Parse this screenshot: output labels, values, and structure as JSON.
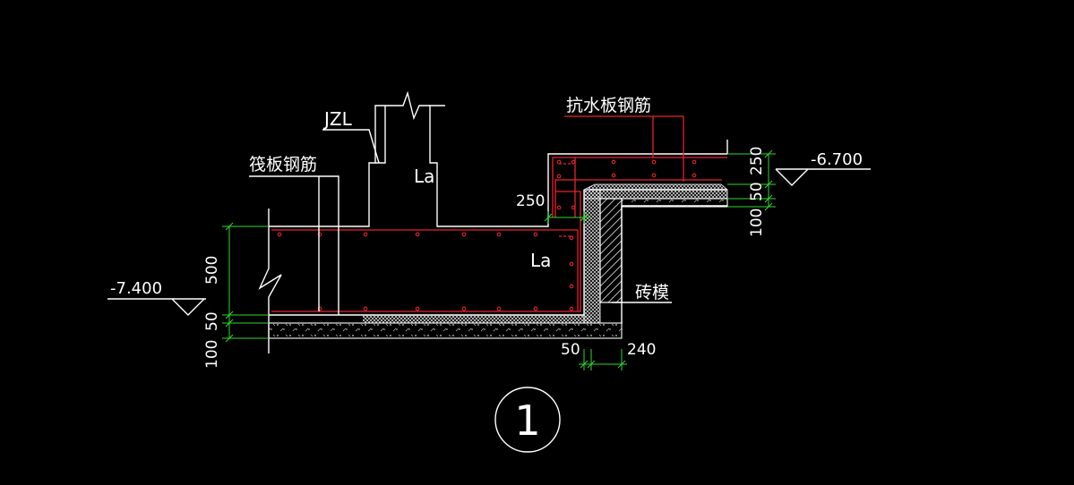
{
  "labels": {
    "jzl": "JZL",
    "raft_rebar": "筏板钢筋",
    "anti_water_rebar": "抗水板钢筋",
    "brick_mold": "砖模",
    "la_upper": "La",
    "la_lower": "La",
    "detail_number": "1"
  },
  "levels": {
    "left": "-7.400",
    "right": "-6.700"
  },
  "dimensions": {
    "left_500": "500",
    "left_50": "50",
    "left_100": "100",
    "right_250": "250",
    "right_50": "50",
    "right_100": "100",
    "top_250": "250",
    "bottom_50": "50",
    "bottom_240": "240"
  },
  "colors": {
    "background": "#000000",
    "outline": "#ffffff",
    "rebar": "#e8232d",
    "dimension": "#2fd62f"
  }
}
